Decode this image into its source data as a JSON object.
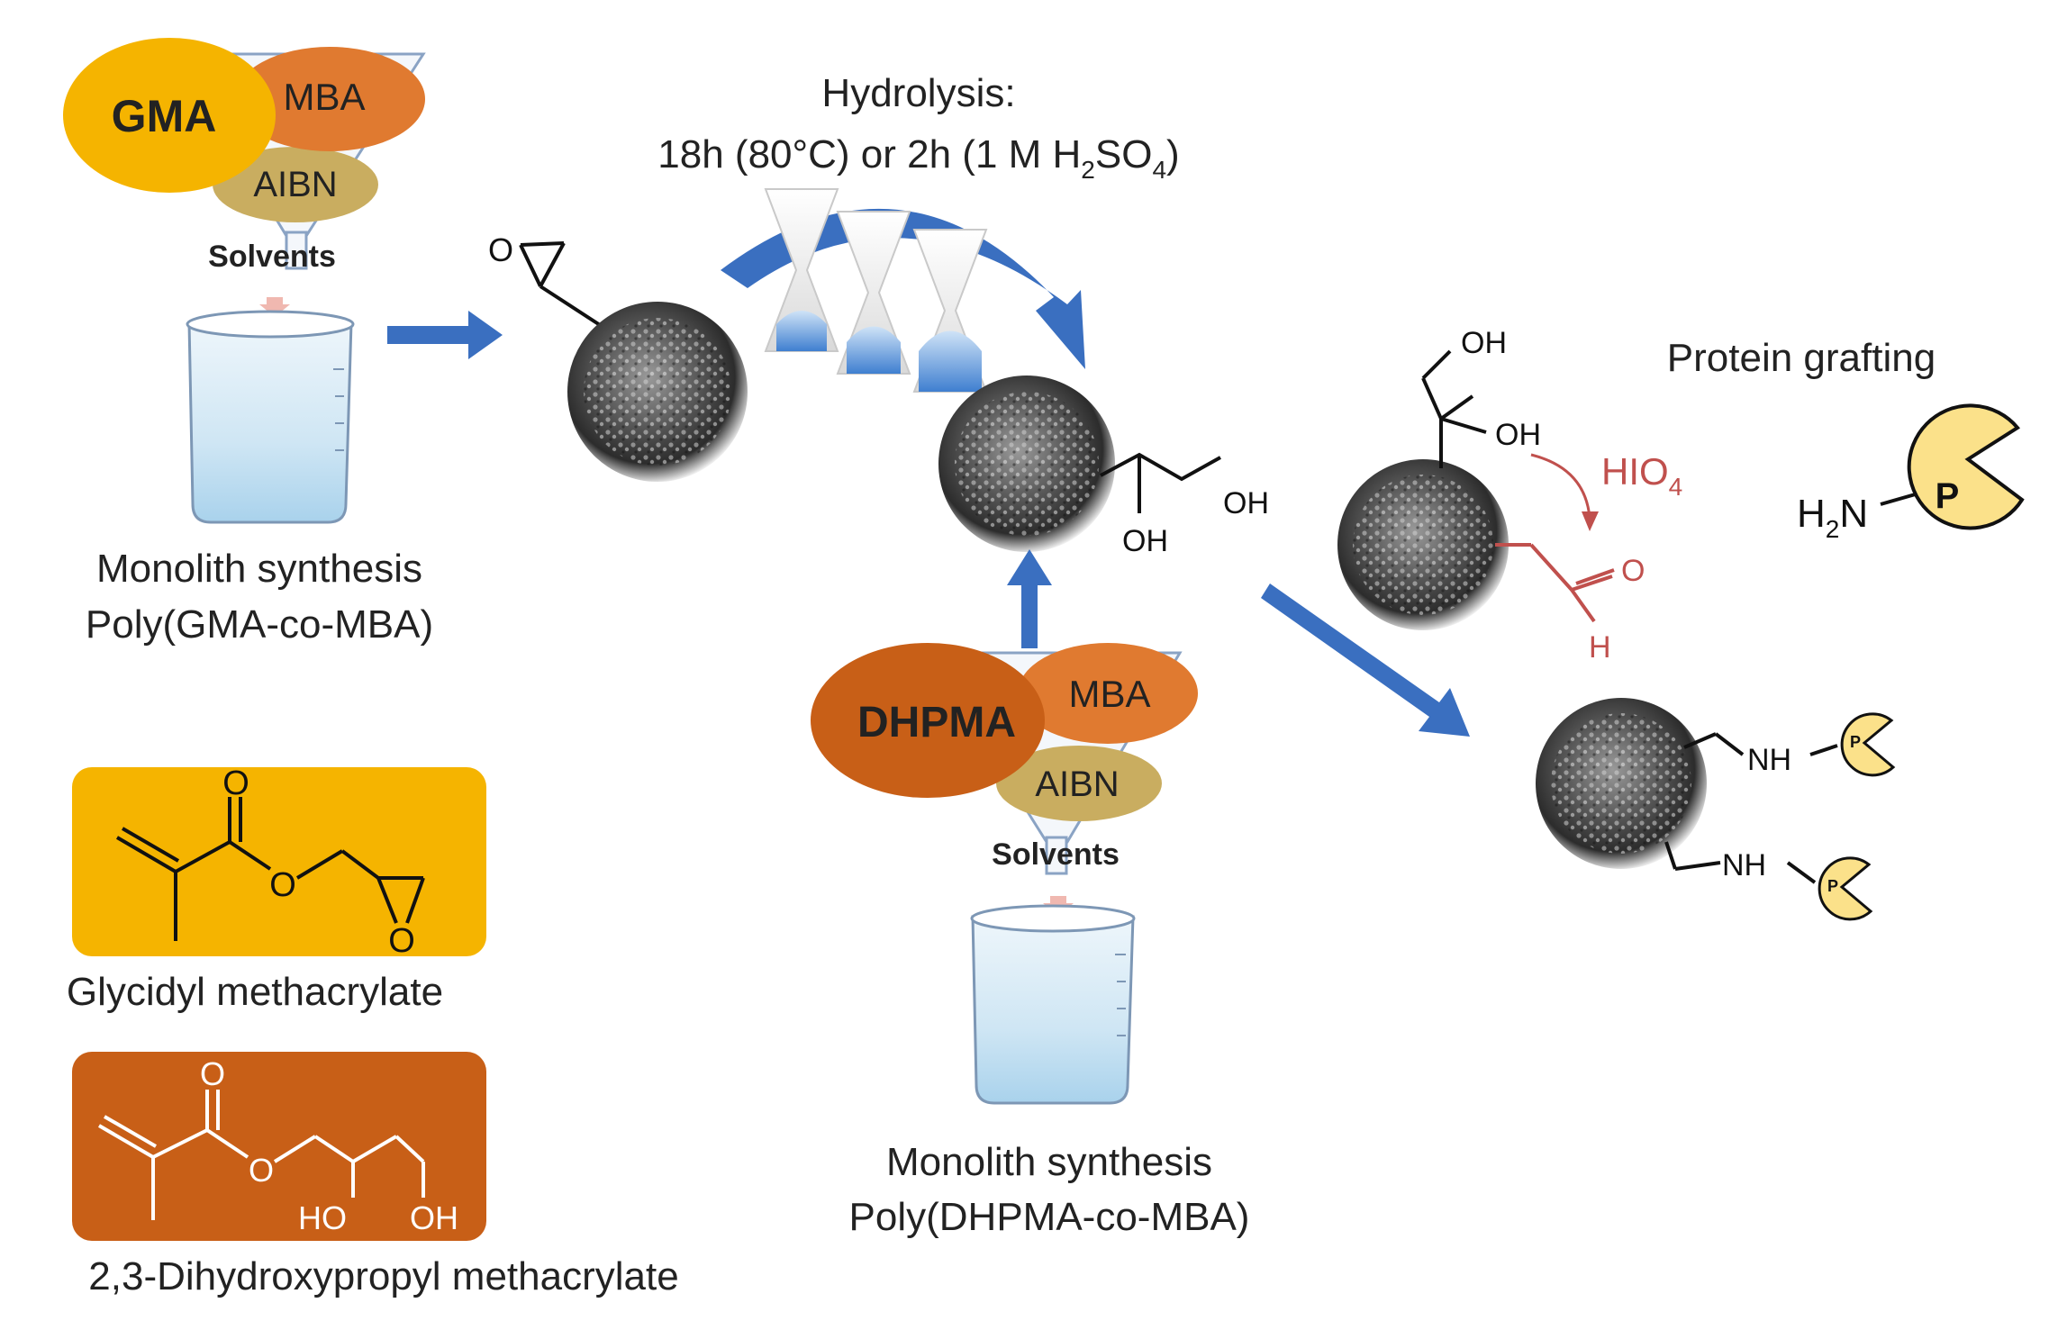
{
  "reagents": {
    "gma": "GMA",
    "mba": "MBA",
    "aibn": "AIBN",
    "solvents": "Solvents",
    "dhpma": "DHPMA"
  },
  "captions": {
    "monolith1_line1": "Monolith synthesis",
    "monolith1_line2": "Poly(GMA-co-MBA)",
    "monolith2_line1": "Monolith synthesis",
    "monolith2_line2": "Poly(DHPMA-co-MBA)",
    "gma_name": "Glycidyl methacrylate",
    "dhpma_name": "2,3-Dihydroxypropyl methacrylate",
    "protein_grafting": "Protein grafting"
  },
  "hydrolysis": {
    "title": "Hydrolysis:",
    "cond_a": "18h (80°C) or 2h (1 M H",
    "sub_2": "2",
    "so": "SO",
    "sub_4": "4",
    "close": ")"
  },
  "chem": {
    "O": "O",
    "OH": "OH",
    "HO": "HO",
    "H": "H",
    "NH": "NH",
    "H2N_H": "H",
    "H2N_2": "2",
    "H2N_N": "N",
    "P": "P",
    "HIO": "HIO",
    "HIO_4": "4"
  },
  "colors": {
    "gma_fill": "#f5b400",
    "mba_fill": "#e07a30",
    "aibn_fill": "#c9ad60",
    "dhpma_fill": "#c85f17",
    "arrow_blue": "#3a6fc0",
    "aldehyde_red": "#c0504d",
    "protein_yellow": "#fbe18a",
    "solvent_red": "#d9302c"
  }
}
